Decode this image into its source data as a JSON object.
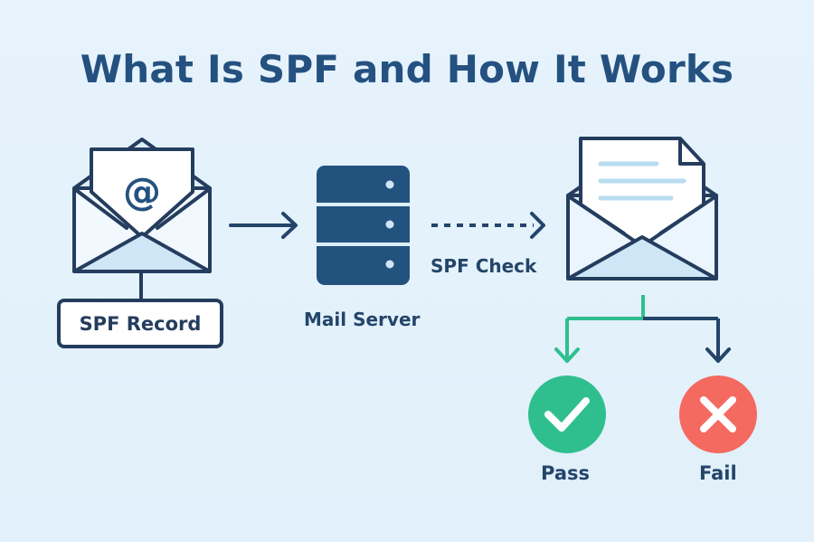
{
  "title": "What Is SPF and How It Works",
  "nodes": {
    "sender": {
      "icon": "email-at-envelope-icon"
    },
    "spf_record": {
      "label": "SPF Record"
    },
    "mail_server": {
      "label": "Mail Server",
      "icon": "server-icon"
    },
    "spf_check": {
      "label": "SPF Check"
    },
    "receiver": {
      "icon": "document-envelope-icon"
    },
    "pass": {
      "label": "Pass",
      "icon": "checkmark-icon",
      "color": "#2fbf8f"
    },
    "fail": {
      "label": "Fail",
      "icon": "x-icon",
      "color": "#f46a61"
    }
  },
  "colors": {
    "background": "#e3f1fb",
    "ink": "#24456a",
    "title": "#24517f",
    "server": "#24527f",
    "envelope_fill": "#f1f8fe",
    "envelope_light": "#cfe6f6"
  }
}
